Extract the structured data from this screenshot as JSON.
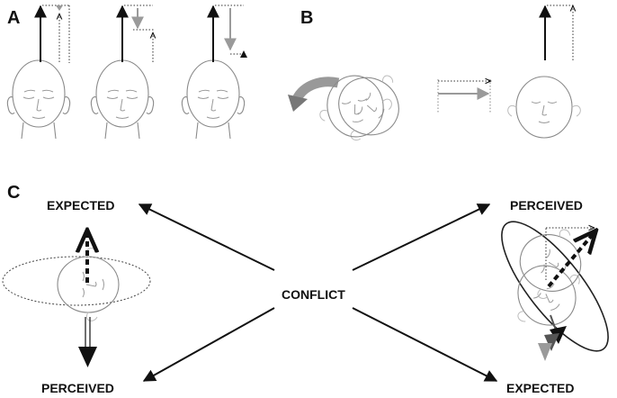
{
  "panels": {
    "a": "A",
    "b": "B",
    "c": "C"
  },
  "labels": {
    "expected_left": "EXPECTED",
    "perceived_left": "PERCEIVED",
    "conflict": "CONFLICT",
    "perceived_right": "PERCEIVED",
    "expected_right": "EXPECTED"
  },
  "colors": {
    "solid_arrow": "#111111",
    "gray_arrow": "#9a9a9a",
    "face_line": "#8a8a8a"
  }
}
